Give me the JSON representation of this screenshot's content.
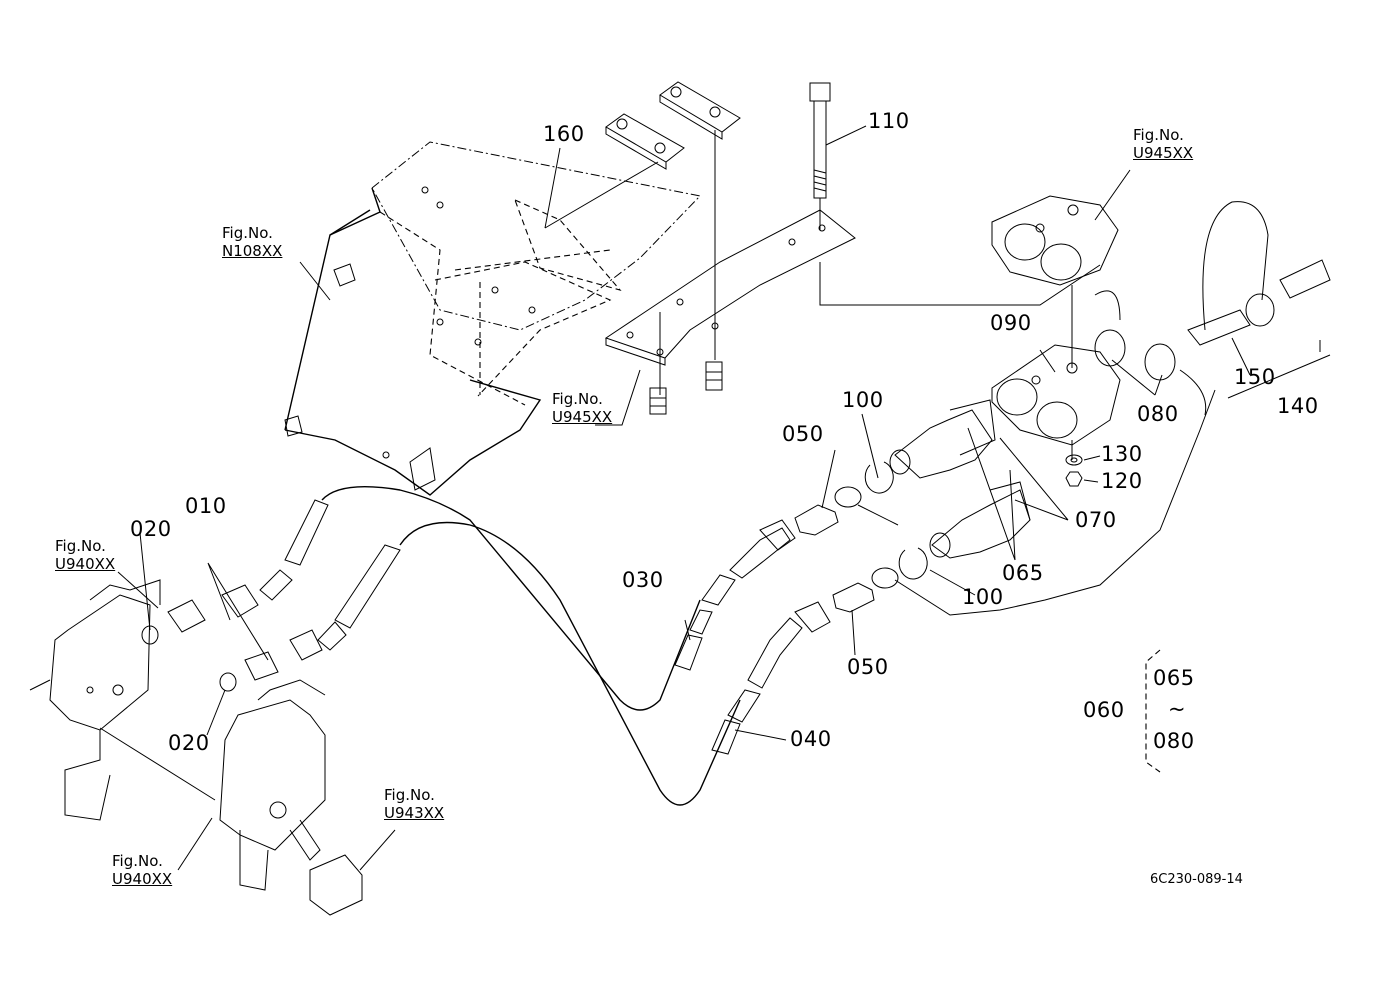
{
  "callouts": {
    "c010": "010",
    "c020_top": "020",
    "c020_bottom": "020",
    "c030": "030",
    "c040": "040",
    "c050_top": "050",
    "c050_bottom": "050",
    "c060": "060",
    "c065": "065",
    "c070": "070",
    "c080": "080",
    "c090": "090",
    "c100_top": "100",
    "c100_bottom": "100",
    "c110": "110",
    "c120": "120",
    "c130": "130",
    "c140": "140",
    "c150": "150",
    "c160": "160"
  },
  "range_group": {
    "from": "065",
    "tilde": "~",
    "to": "080"
  },
  "fig_refs": {
    "prefix": "Fig.No.",
    "n108": "N108XX",
    "u945_top": "U945XX",
    "u945_mid": "U945XX",
    "u940_left": "U940XX",
    "u940_bottom": "U940XX",
    "u943": "U943XX"
  },
  "drawing_code": "6C230-089-14"
}
